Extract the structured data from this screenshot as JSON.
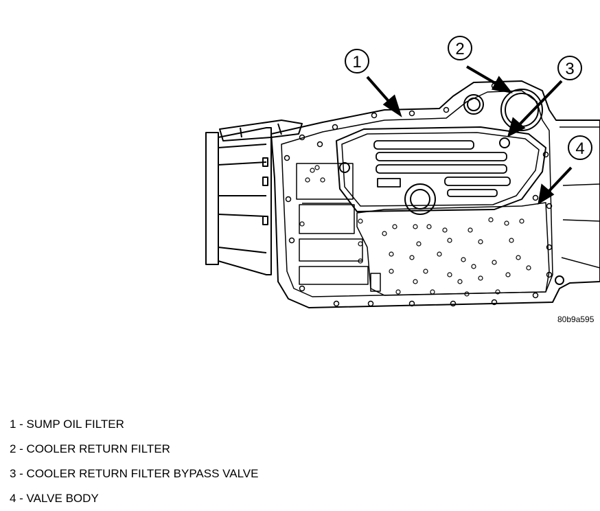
{
  "figure_code": "80b9a595",
  "callouts": [
    "1",
    "2",
    "3",
    "4"
  ],
  "legend": [
    "1 - SUMP OIL FILTER",
    "2 - COOLER RETURN FILTER",
    "3 - COOLER RETURN FILTER BYPASS VALVE",
    "4 - VALVE BODY"
  ]
}
